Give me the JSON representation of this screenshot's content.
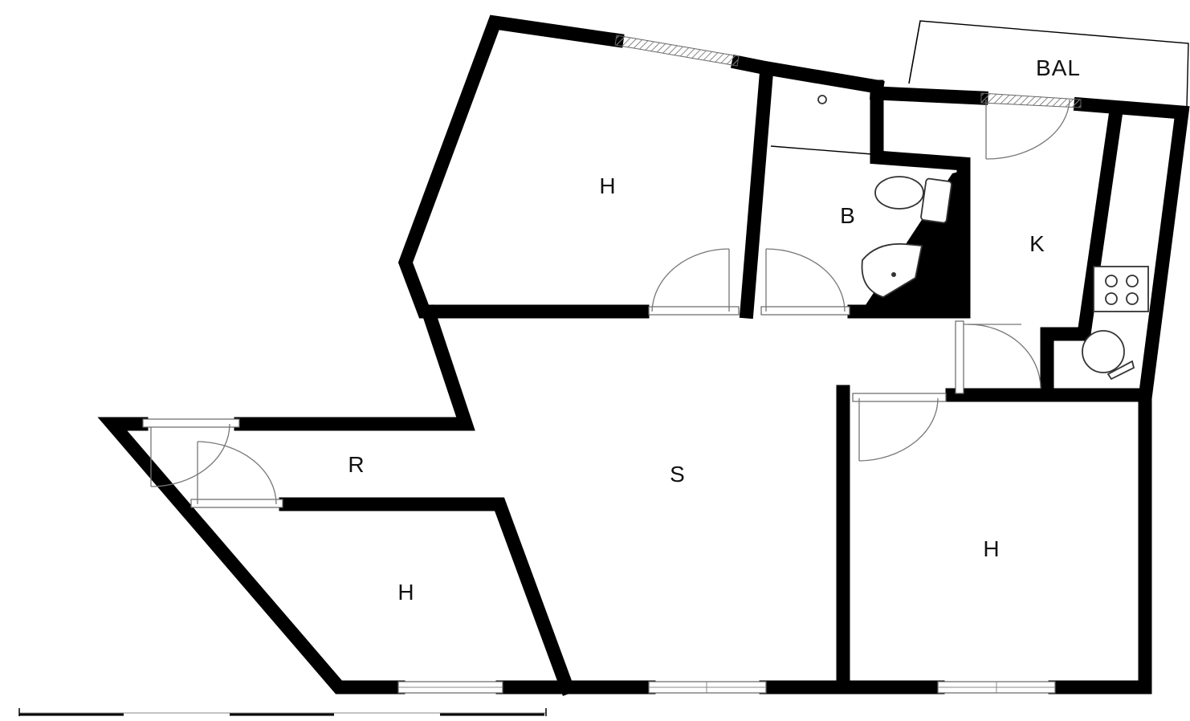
{
  "rooms": {
    "bedroom_top": "H",
    "bathroom": "B",
    "kitchen": "K",
    "balcony": "BAL",
    "hall": "R",
    "living": "S",
    "bedroom_bottom_left": "H",
    "bedroom_right": "H"
  },
  "colors": {
    "wall": "#000000",
    "background": "#ffffff",
    "door_arc": "#777777"
  },
  "icons": [
    "door-swing-icon",
    "window-icon",
    "toilet-icon",
    "sink-icon",
    "stove-icon",
    "round-table-icon",
    "scale-bar-icon"
  ]
}
